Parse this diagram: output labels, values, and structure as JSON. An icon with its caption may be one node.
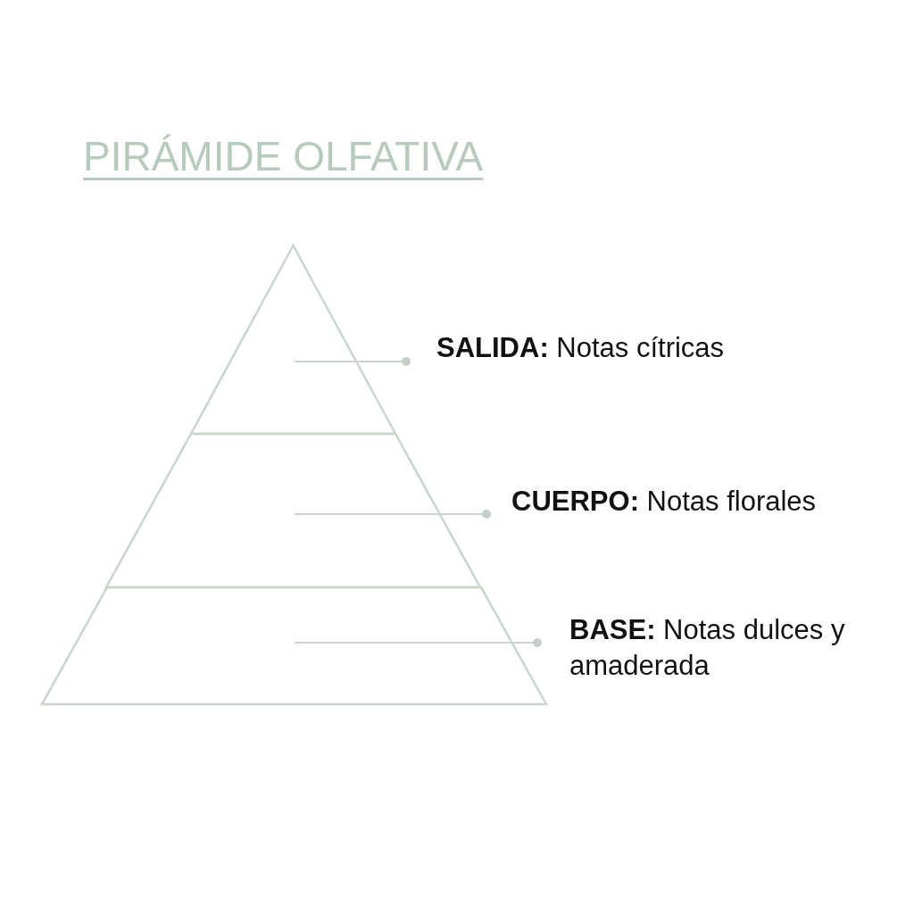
{
  "diagram": {
    "title": "PIRÁMIDE OLFATIVA",
    "nodes": [
      {
        "text": [],
        "shape": "triangle"
      },
      {
        "text": [],
        "shape": "trapezoid"
      },
      {
        "text": [],
        "shape": "trapezoid"
      },
      {
        "text": [
          "**SALIDA:** Notas cítricas"
        ]
      },
      {
        "text": [
          "**CUERPO:** Notas florales"
        ]
      },
      {
        "text": [
          "**BASE:** Notas dulces y amaderada"
        ]
      }
    ],
    "edges": [
      {
        "from": 3,
        "to": 0,
        "arrow": "other"
      },
      {
        "from": 4,
        "to": 1,
        "arrow": "other"
      },
      {
        "from": 5,
        "to": 2,
        "arrow": "other"
      }
    ]
  }
}
